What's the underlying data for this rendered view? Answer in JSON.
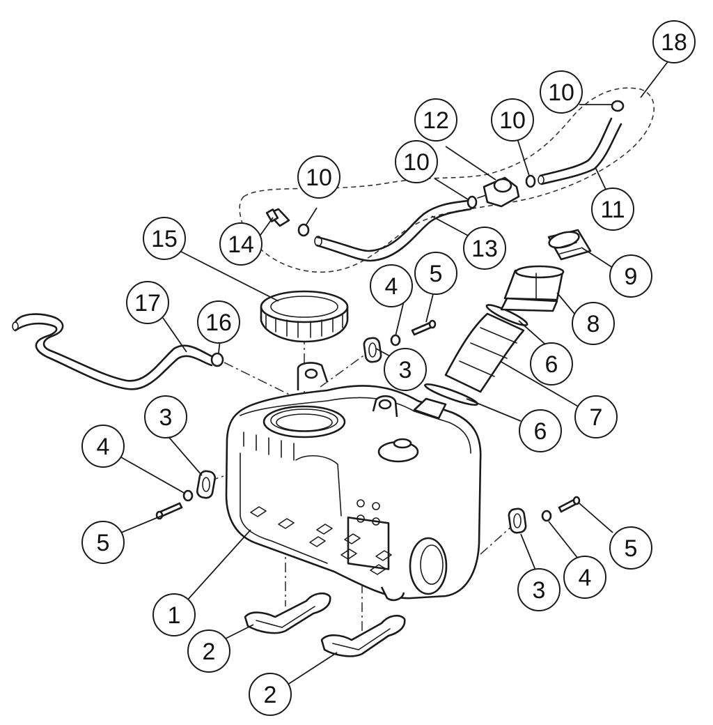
{
  "callouts": [
    {
      "id": "c1",
      "label": "1"
    },
    {
      "id": "c2a",
      "label": "2"
    },
    {
      "id": "c2b",
      "label": "2"
    },
    {
      "id": "c3a",
      "label": "3"
    },
    {
      "id": "c3b",
      "label": "3"
    },
    {
      "id": "c3c",
      "label": "3"
    },
    {
      "id": "c4a",
      "label": "4"
    },
    {
      "id": "c4b",
      "label": "4"
    },
    {
      "id": "c4c",
      "label": "4"
    },
    {
      "id": "c5a",
      "label": "5"
    },
    {
      "id": "c5b",
      "label": "5"
    },
    {
      "id": "c5c",
      "label": "5"
    },
    {
      "id": "c6a",
      "label": "6"
    },
    {
      "id": "c6b",
      "label": "6"
    },
    {
      "id": "c7",
      "label": "7"
    },
    {
      "id": "c8",
      "label": "8"
    },
    {
      "id": "c9",
      "label": "9"
    },
    {
      "id": "c10a",
      "label": "10"
    },
    {
      "id": "c10b",
      "label": "10"
    },
    {
      "id": "c10c",
      "label": "10"
    },
    {
      "id": "c10d",
      "label": "10"
    },
    {
      "id": "c11",
      "label": "11"
    },
    {
      "id": "c12",
      "label": "12"
    },
    {
      "id": "c13",
      "label": "13"
    },
    {
      "id": "c14",
      "label": "14"
    },
    {
      "id": "c15",
      "label": "15"
    },
    {
      "id": "c16",
      "label": "16"
    },
    {
      "id": "c17",
      "label": "17"
    },
    {
      "id": "c18",
      "label": "18"
    }
  ]
}
